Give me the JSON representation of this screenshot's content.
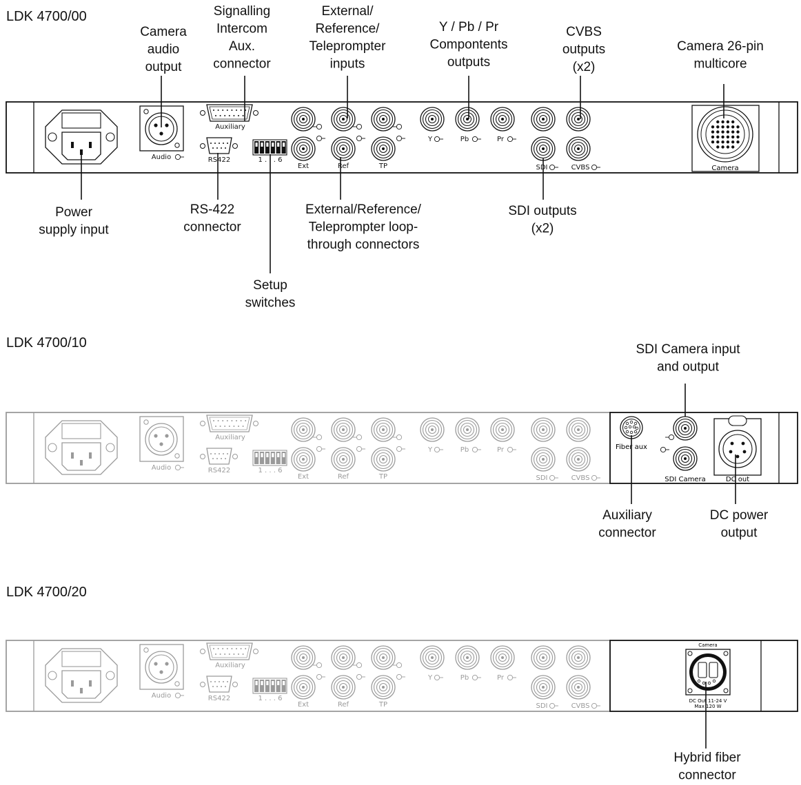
{
  "panels": [
    {
      "model": "LDK 4700/00",
      "connector_labels": {
        "auxiliary": "Auxiliary",
        "audio": "Audio",
        "rs422": "RS422",
        "switches": "1 . . . 6",
        "ext": "Ext",
        "ref": "Ref",
        "tp": "TP",
        "y": "Y",
        "pb": "Pb",
        "pr": "Pr",
        "sdi": "SDI",
        "cvbs": "CVBS",
        "camera": "Camera"
      },
      "callouts_top": [
        {
          "lines": [
            "Camera",
            "audio",
            "output"
          ]
        },
        {
          "lines": [
            "Signalling",
            "Intercom",
            "Aux.",
            "connector"
          ]
        },
        {
          "lines": [
            "External/",
            "Reference/",
            "Teleprompter",
            "inputs"
          ]
        },
        {
          "lines": [
            "Y / Pb / Pr",
            "Compontents",
            "outputs"
          ]
        },
        {
          "lines": [
            "CVBS",
            "outputs",
            "(x2)"
          ]
        },
        {
          "lines": [
            "Camera 26-pin",
            "multicore"
          ]
        }
      ],
      "callouts_bottom": [
        {
          "lines": [
            "Power",
            "supply input"
          ]
        },
        {
          "lines": [
            "RS-422",
            "connector"
          ]
        },
        {
          "lines": [
            "Setup",
            "switches"
          ]
        },
        {
          "lines": [
            "External/Reference/",
            "Teleprompter loop-",
            "through connectors"
          ]
        },
        {
          "lines": [
            "SDI outputs",
            "(x2)"
          ]
        }
      ]
    },
    {
      "model": "LDK 4700/10",
      "connector_labels": {
        "auxiliary": "Auxiliary",
        "audio": "Audio",
        "rs422": "RS422",
        "switches": "1 . . . 6",
        "ext": "Ext",
        "ref": "Ref",
        "tp": "TP",
        "y": "Y",
        "pb": "Pb",
        "pr": "Pr",
        "sdi": "SDI",
        "cvbs": "CVBS",
        "fiber_aux": "Fiber aux",
        "sdi_camera": "SDI Camera",
        "dc_out": "DC out"
      },
      "callouts_top": [
        {
          "lines": [
            "SDI Camera input",
            "and output"
          ]
        }
      ],
      "callouts_bottom": [
        {
          "lines": [
            "Auxiliary",
            "connector"
          ]
        },
        {
          "lines": [
            "DC power",
            "output"
          ]
        }
      ]
    },
    {
      "model": "LDK 4700/20",
      "connector_labels": {
        "auxiliary": "Auxiliary",
        "audio": "Audio",
        "rs422": "RS422",
        "switches": "1 . . . 6",
        "ext": "Ext",
        "ref": "Ref",
        "tp": "TP",
        "y": "Y",
        "pb": "Pb",
        "pr": "Pr",
        "sdi": "SDI",
        "cvbs": "CVBS",
        "camera": "Camera",
        "dc_rating_1": "DC Out 11-24 V",
        "dc_rating_2": "Max 120 W"
      },
      "callouts_top": [],
      "callouts_bottom": [
        {
          "lines": [
            "Hybrid fiber",
            "connector"
          ]
        }
      ]
    }
  ]
}
